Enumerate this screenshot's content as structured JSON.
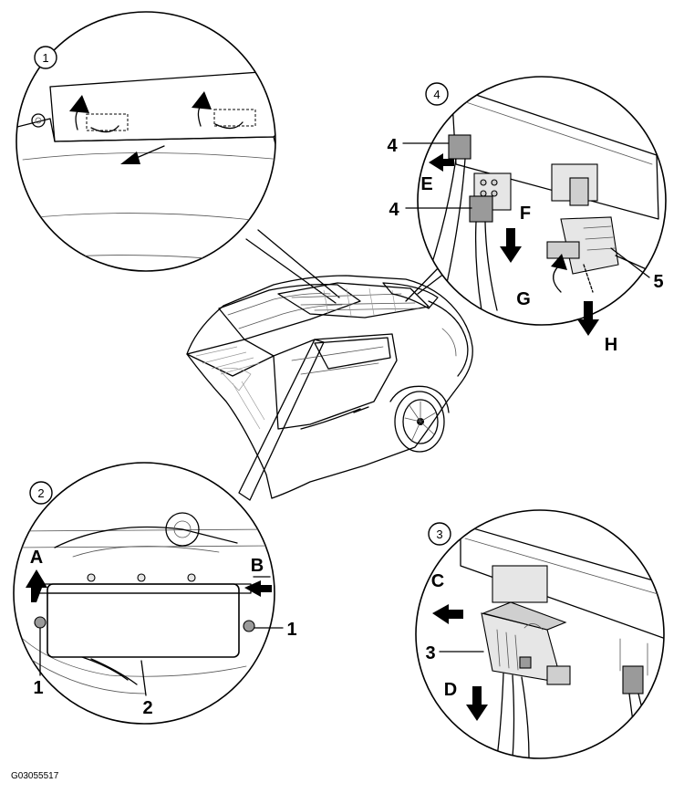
{
  "figure": {
    "reference_id": "G03055517"
  },
  "detail_badges": [
    "1",
    "2",
    "3",
    "4"
  ],
  "callouts": {
    "detail2": {
      "arrow_a": "A",
      "arrow_b": "B",
      "part_left": "1",
      "part_right": "1",
      "part_bottom": "2"
    },
    "detail3": {
      "arrow_c": "C",
      "arrow_d": "D",
      "part": "3"
    },
    "detail4": {
      "part_top": "4",
      "part_mid": "4",
      "arrow_e": "E",
      "arrow_f": "F",
      "arrow_g": "G",
      "arrow_h": "H",
      "part_right": "5"
    }
  }
}
